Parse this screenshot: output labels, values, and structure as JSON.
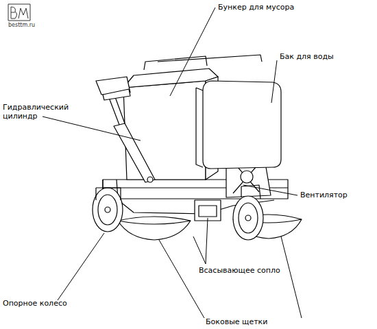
{
  "diagram": {
    "labels": [
      "besttm.ru",
      "Бункер для мусора",
      "Бак для воды",
      "Гидравлический цилиндр",
      "Вентилятор",
      "Всасывающее сопло",
      "Опорное колесо",
      "Боковые щетки"
    ]
  }
}
